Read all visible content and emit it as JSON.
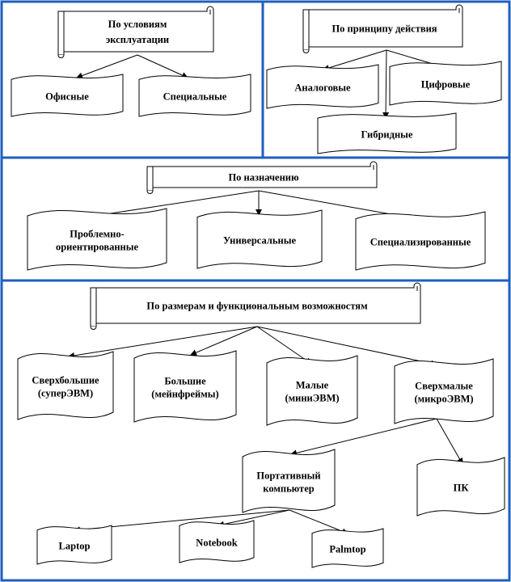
{
  "scrolls": {
    "operating_conditions": [
      "По условиям",
      "эксплуатации"
    ],
    "principle": [
      "По принципу действия"
    ],
    "purpose": [
      "По назначению"
    ],
    "size_function": [
      "По размерам и функциональным возможностям"
    ]
  },
  "nodes": {
    "office": [
      "Офисные"
    ],
    "special": [
      "Специальные"
    ],
    "analog": [
      "Аналоговые"
    ],
    "digital": [
      "Цифровые"
    ],
    "hybrid": [
      "Гибридные"
    ],
    "problem_oriented": [
      "Проблемно-",
      "ориентированные"
    ],
    "universal": [
      "Универсальные"
    ],
    "specialized": [
      "Специализированные"
    ],
    "super_large": [
      "Сверхбольшие",
      "(суперЭВМ)"
    ],
    "large": [
      "Большие",
      "(мейнфреймы)"
    ],
    "small": [
      "Малые",
      "(миниЭВМ)"
    ],
    "super_small": [
      "Сверхмалые",
      "(микроЭВМ)"
    ],
    "portable": [
      "Портативный",
      "компьютер"
    ],
    "pc": [
      "ПК"
    ],
    "laptop": [
      "Laptop"
    ],
    "notebook": [
      "Notebook"
    ],
    "palmtop": [
      "Palmtop"
    ]
  }
}
